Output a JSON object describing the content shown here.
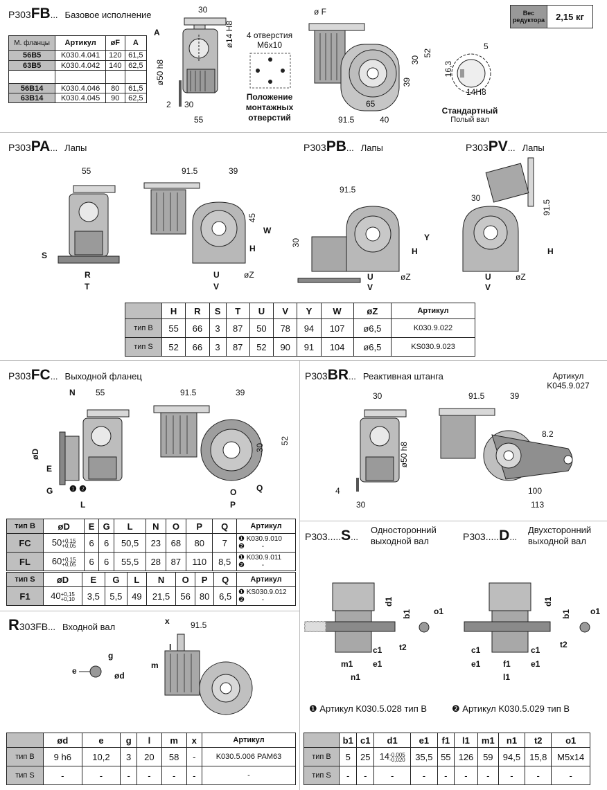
{
  "fb": {
    "pre": "P303",
    "code": "FB",
    "dots": "...",
    "caption": "Базовое исполнение",
    "table": {
      "headers": [
        "М. фланцы",
        "Артикул",
        "øF",
        "A"
      ],
      "rows": [
        [
          "56B5",
          "K030.4.041",
          "120",
          "61,5"
        ],
        [
          "63B5",
          "K030.4.042",
          "140",
          "62,5"
        ],
        [
          "",
          "",
          "",
          ""
        ],
        [
          "56B14",
          "K030.4.046",
          "80",
          "61,5"
        ],
        [
          "63B14",
          "K030.4.045",
          "90",
          "62,5"
        ]
      ]
    },
    "dims": {
      "d30": "30",
      "a": "A",
      "d14": "ø14 H8",
      "d50": "ø50 h8",
      "d2": "2",
      "d30b": "30",
      "d55": "55",
      "phiF": "ø F",
      "d52": "52",
      "d30c": "30",
      "d39": "39",
      "d65": "65",
      "d915": "91.5",
      "d40": "40",
      "d5": "5",
      "d163": "16,3",
      "d14h8": "14H8"
    },
    "holes": {
      "title": "4 отверстия",
      "spec": "M6x10",
      "caption1": "Положение",
      "caption2": "монтажных",
      "caption3": "отверстий"
    },
    "shaft": {
      "title": "Стандартный",
      "sub": "Полый вал"
    },
    "weight": {
      "label1": "Вес",
      "label2": "редуктора",
      "value": "2,15 кг"
    }
  },
  "pa": {
    "pre": "P303",
    "code": "PA",
    "dots": "...",
    "caption": "Лапы",
    "dims": {
      "d55": "55",
      "d915": "91.5",
      "d39": "39",
      "s": "S",
      "r": "R",
      "t": "T",
      "u": "U",
      "v": "V",
      "h": "H",
      "w": "W",
      "d45": "45",
      "z": "øZ"
    }
  },
  "pb": {
    "pre": "P303",
    "code": "PB",
    "dots": "...",
    "caption": "Лапы",
    "dims": {
      "d915": "91.5",
      "d30": "30",
      "h": "H",
      "y": "Y",
      "u": "U",
      "v": "V",
      "z": "øZ"
    }
  },
  "pv": {
    "pre": "P303",
    "code": "PV",
    "dots": "...",
    "caption": "Лапы",
    "dims": {
      "d30": "30",
      "d915": "91.5",
      "h": "H",
      "u": "U",
      "v": "V",
      "z": "øZ"
    }
  },
  "feet_table": {
    "headers": [
      "",
      "H",
      "R",
      "S",
      "T",
      "U",
      "V",
      "Y",
      "W",
      "øZ",
      "Артикул"
    ],
    "rows": [
      [
        "тип B",
        "55",
        "66",
        "3",
        "87",
        "50",
        "78",
        "94",
        "107",
        "ø6,5",
        "K030.9.022"
      ],
      [
        "тип S",
        "52",
        "66",
        "3",
        "87",
        "52",
        "90",
        "91",
        "104",
        "ø6,5",
        "KS030.9.023"
      ]
    ]
  },
  "fc": {
    "pre": "P303",
    "code": "FC",
    "dots": "...",
    "caption": "Выходной фланец",
    "dims": {
      "n": "N",
      "d55": "55",
      "d": "øD",
      "e": "E",
      "g": "G",
      "l": "L",
      "d915": "91.5",
      "d39": "39",
      "d52": "52",
      "d30": "30",
      "q": "Q",
      "o": "O",
      "p": "P"
    },
    "table1": {
      "headers": [
        "тип B",
        "øD",
        "E",
        "G",
        "L",
        "N",
        "O",
        "P",
        "Q",
        "Артикул"
      ],
      "rows": [
        {
          "c": "FC",
          "d": "50",
          "tol1": "+0,15",
          "tol2": "+0,05",
          "vals": [
            "6",
            "6",
            "50,5",
            "23",
            "68",
            "80",
            "7"
          ],
          "art1": "K030.9.010",
          "art2": "-"
        },
        {
          "c": "FL",
          "d": "60",
          "tol1": "+0,15",
          "tol2": "+0,05",
          "vals": [
            "6",
            "6",
            "55,5",
            "28",
            "87",
            "110",
            "8,5"
          ],
          "art1": "K030.9.011",
          "art2": "-"
        }
      ]
    },
    "table2": {
      "headers": [
        "тип S",
        "øD",
        "E",
        "G",
        "L",
        "N",
        "O",
        "P",
        "Q",
        "Артикул"
      ],
      "rows": [
        {
          "c": "F1",
          "d": "40",
          "tol1": "+0,15",
          "tol2": "+0,10",
          "vals": [
            "3,5",
            "5,5",
            "49",
            "21,5",
            "56",
            "80",
            "6,5"
          ],
          "art1": "KS030.9.012",
          "art2": "-"
        }
      ]
    }
  },
  "br": {
    "pre": "P303",
    "code": "BR",
    "dots": "...",
    "caption": "Реактивная штанга",
    "art_label": "Артикул",
    "art": "K045.9.027",
    "dims": {
      "d30": "30",
      "d915": "91.5",
      "d39": "39",
      "d50": "ø50 h8",
      "d4": "4",
      "d30b": "30",
      "d82": "8.2",
      "d100": "100",
      "d113": "113"
    }
  },
  "rfb": {
    "pre": "R",
    "code": "303FB",
    "dots": "...",
    "caption": "Входной вал",
    "dims": {
      "x": "x",
      "d915": "91.5",
      "l": "l",
      "m": "m",
      "g": "g",
      "e": "e",
      "d": "ød"
    },
    "table": {
      "headers": [
        "",
        "ød",
        "e",
        "g",
        "l",
        "m",
        "x",
        "Артикул"
      ],
      "rows": [
        [
          "тип B",
          "9 h6",
          "10,2",
          "3",
          "20",
          "58",
          "-",
          "K030.5.006 PAM63"
        ],
        [
          "тип S",
          "-",
          "-",
          "-",
          "-",
          "-",
          "-",
          "-"
        ]
      ]
    }
  },
  "s": {
    "pre": "P303.....",
    "code": "S",
    "dots": "...",
    "caption1": "Односторонний",
    "caption2": "выходной вал"
  },
  "dd": {
    "pre": "P303.....",
    "code": "D",
    "dots": "...",
    "caption1": "Двухсторонний",
    "caption2": "выходной вал"
  },
  "shaftdims": {
    "d1": "d1",
    "b1": "b1",
    "o1": "o1",
    "c1": "c1",
    "t2": "t2",
    "m1": "m1",
    "e1": "e1",
    "n1": "n1",
    "f1": "f1",
    "l1": "l1"
  },
  "notes": {
    "n1": "Артикул K030.5.028  тип B",
    "n2": "Артикул K030.5.029  тип B",
    "bullet1": "❶",
    "bullet2": "❷"
  },
  "shaft_table": {
    "headers": [
      "",
      "b1",
      "c1",
      "d1",
      "e1",
      "f1",
      "l1",
      "m1",
      "n1",
      "t2",
      "o1"
    ],
    "rows": [
      [
        "тип B",
        "5",
        "25",
        "14",
        "35,5",
        "55",
        "126",
        "59",
        "94,5",
        "15,8",
        "M5x14"
      ],
      [
        "тип S",
        "-",
        "-",
        "-",
        "-",
        "-",
        "-",
        "-",
        "-",
        "-",
        "-"
      ]
    ],
    "tol_top": "-0,005",
    "tol_bot": "-0,020"
  }
}
